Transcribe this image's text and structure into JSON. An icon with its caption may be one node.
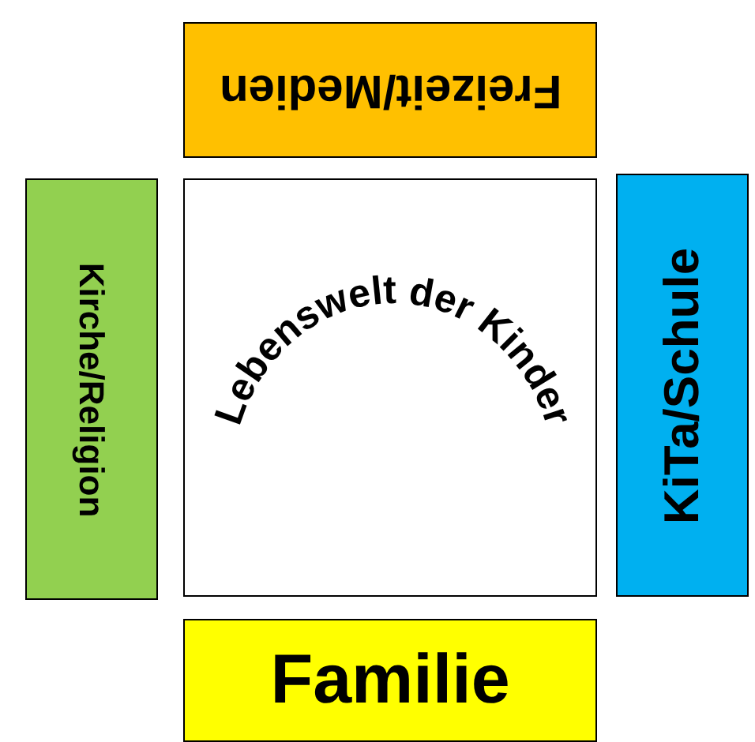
{
  "diagram": {
    "nodes": [
      {
        "text": [
          "Freizeit/Medien"
        ]
      },
      {
        "text": [
          "Kirche/Religion"
        ]
      },
      {
        "text": [
          "Lebenswelt der Kinder"
        ]
      },
      {
        "text": [
          "KiTa/Schule"
        ]
      },
      {
        "text": [
          "Familie"
        ]
      }
    ]
  }
}
